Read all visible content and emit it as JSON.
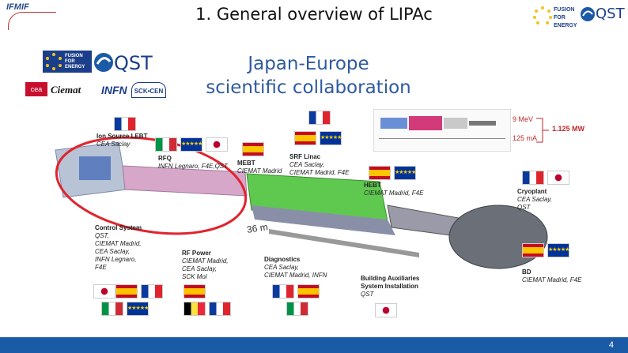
{
  "header": {
    "title": "1. General overview of LIPAc",
    "subtitle_line1": "Japan-Europe",
    "subtitle_line2": "scientific collaboration",
    "ifmif_logo": "IFMIF",
    "f4e_logo": "FUSION FOR ENERGY",
    "qst_logo": "QST"
  },
  "partners": {
    "f4e": "FUSION FOR ENERGY",
    "qst": "QST",
    "cea": "cea",
    "ciemat": "Ciemat",
    "infn": "INFN",
    "sck": "SCK•CEN"
  },
  "inset": {
    "energy": "9 MeV",
    "current": "125 mA",
    "power": "1.125 MW"
  },
  "beamline": {
    "length_label": "36 m"
  },
  "labels": {
    "injector": {
      "title": "Ion Source LEBT",
      "org": "CEA Saclay"
    },
    "rfq": {
      "title": "RFQ",
      "org": "INFN Legnaro, F4E,QST"
    },
    "mebt": {
      "title": "MEBT",
      "org": "CIEMAT Madrid"
    },
    "srf": {
      "title": "SRF Linac",
      "org1": "CEA Saclay,",
      "org2": "CIEMAT Madrid, F4E"
    },
    "hebt": {
      "title": "HEBT",
      "org": "CIEMAT Madrid, F4E"
    },
    "cryo": {
      "title": "Cryoplant",
      "org1": "CEA Saclay,",
      "org2": "QST"
    },
    "control": {
      "title": "Control System",
      "l1": "QST,",
      "l2": "CIEMAT Madrid,",
      "l3": "CEA Saclay,",
      "l4": "INFN Legnaro,",
      "l5": "F4E"
    },
    "rf": {
      "title": "RF Power",
      "l1": "CIEMAT Madrid,",
      "l2": "CEA Saclay,",
      "l3": "SCK Mol"
    },
    "diag": {
      "title": "Diagnostics",
      "l1": "CEA Saclay,",
      "l2": "CIEMAT Madrid, INFN"
    },
    "building": {
      "title1": "Building Auxiliaries",
      "title2": "System Installation",
      "org": "QST"
    },
    "bd": {
      "title": "BD",
      "org": "CIEMAT Madrid, F4E"
    }
  },
  "eu_flag_text": "★★★★★",
  "footer": {
    "page_number": "4"
  }
}
